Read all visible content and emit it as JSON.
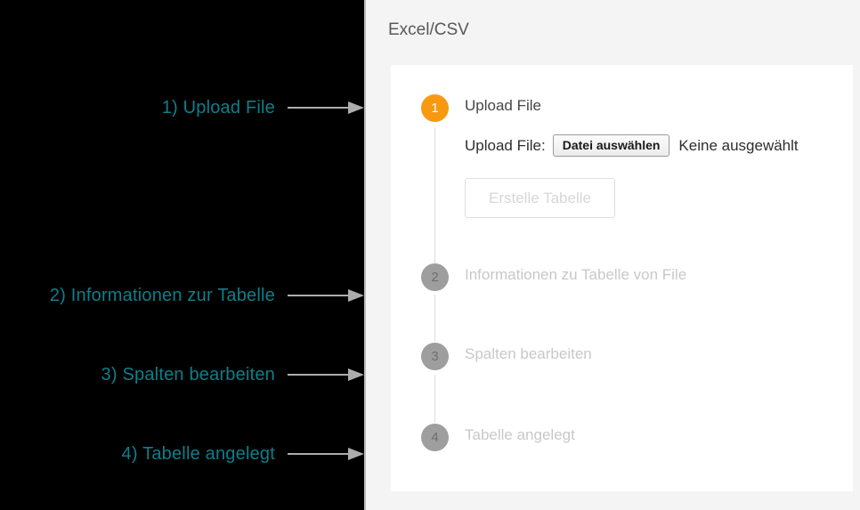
{
  "annotations": [
    {
      "label": "1) Upload File",
      "icon": "arrow-right-icon"
    },
    {
      "label": "2) Informationen zur Tabelle",
      "icon": "arrow-right-icon"
    },
    {
      "label": "3) Spalten bearbeiten",
      "icon": "arrow-right-icon"
    },
    {
      "label": "4) Tabelle angelegt",
      "icon": "arrow-right-icon"
    }
  ],
  "app": {
    "header_title": "Excel/CSV",
    "accent_color": "#f79a12",
    "inactive_color": "#9e9e9e",
    "annotation_color": "#0d7f8c",
    "steps": [
      {
        "number": "1",
        "title": "Upload File",
        "state": "active"
      },
      {
        "number": "2",
        "title": "Informationen zu Tabelle von File",
        "state": "inactive"
      },
      {
        "number": "3",
        "title": "Spalten bearbeiten",
        "state": "inactive"
      },
      {
        "number": "4",
        "title": "Tabelle angelegt",
        "state": "inactive"
      }
    ],
    "upload": {
      "field_label": "Upload File:",
      "file_button_label": "Datei auswählen",
      "file_status": "Keine ausgewählt",
      "submit_label": "Erstelle Tabelle"
    }
  }
}
